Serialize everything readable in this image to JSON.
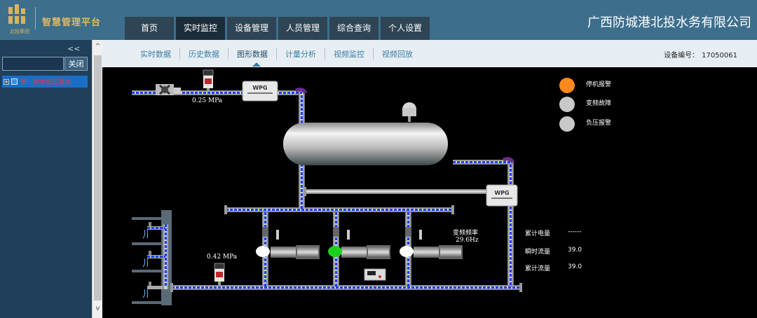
{
  "header": {
    "logo_sub": "北投集团",
    "platform_title": "智慧管理平台",
    "company": "广西防城港北投水务有限公司",
    "tabs": [
      {
        "label": "首页"
      },
      {
        "label": "实时监控"
      },
      {
        "label": "设备管理"
      },
      {
        "label": "人员管理"
      },
      {
        "label": "综合查询"
      },
      {
        "label": "个人设置"
      }
    ],
    "active_tab": "实时监控",
    "brand_color": "#3d6f8d"
  },
  "sidebar": {
    "collapse_label": "<<",
    "search_value": "",
    "close_label": "关闭",
    "tree_item_label": "第一供水加压泵站"
  },
  "scrollbar": {
    "up": "^",
    "down": "v"
  },
  "subnav": {
    "tabs": [
      {
        "label": "实时数据"
      },
      {
        "label": "历史数据"
      },
      {
        "label": "图形数据"
      },
      {
        "label": "计量分析"
      },
      {
        "label": "视频监控"
      },
      {
        "label": "视频回放"
      }
    ],
    "active_tab": "图形数据",
    "device_label": "设备编号：",
    "device_id": "17050061"
  },
  "diagram": {
    "inlet_pressure": "0.25 MPa",
    "outlet_pressure": "0.42 MPa",
    "controller_brand": "WPG",
    "legend": [
      {
        "label": "停机报警",
        "color": "#ff8a1c"
      },
      {
        "label": "变频故障",
        "color": "#c8c8c8"
      },
      {
        "label": "负压报警",
        "color": "#c8c8c8"
      }
    ],
    "vfd_label": "变频频率",
    "vfd_value": "29.6Hz",
    "stats": [
      {
        "label": "累计电量",
        "value": "------"
      },
      {
        "label": "瞬时流量",
        "value": "39.0"
      },
      {
        "label": "累计流量",
        "value": "39.0"
      }
    ],
    "pump_status_colors": [
      "#ffffff",
      "#1bd21b",
      "#ffffff"
    ]
  }
}
